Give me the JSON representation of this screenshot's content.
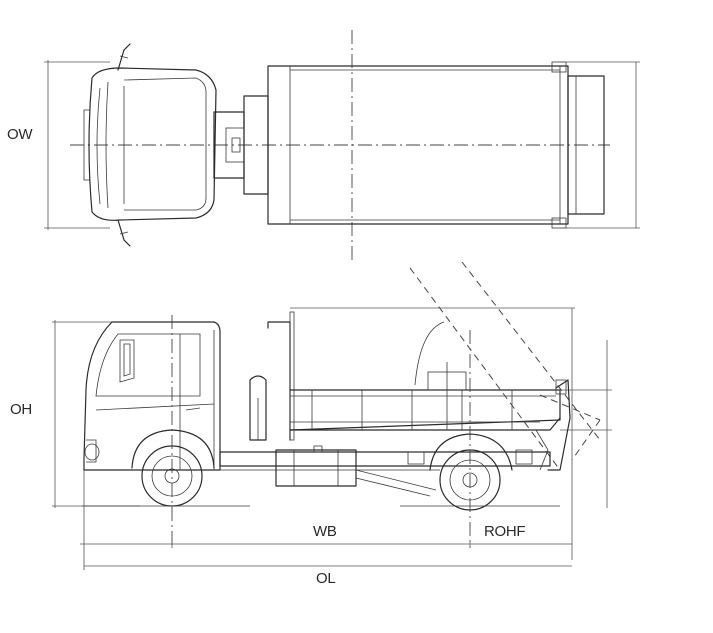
{
  "dimension_labels": {
    "overall_width": "OW",
    "overall_height": "OH",
    "wheelbase": "WB",
    "rear_overhang": "ROHF",
    "overall_length": "OL"
  }
}
